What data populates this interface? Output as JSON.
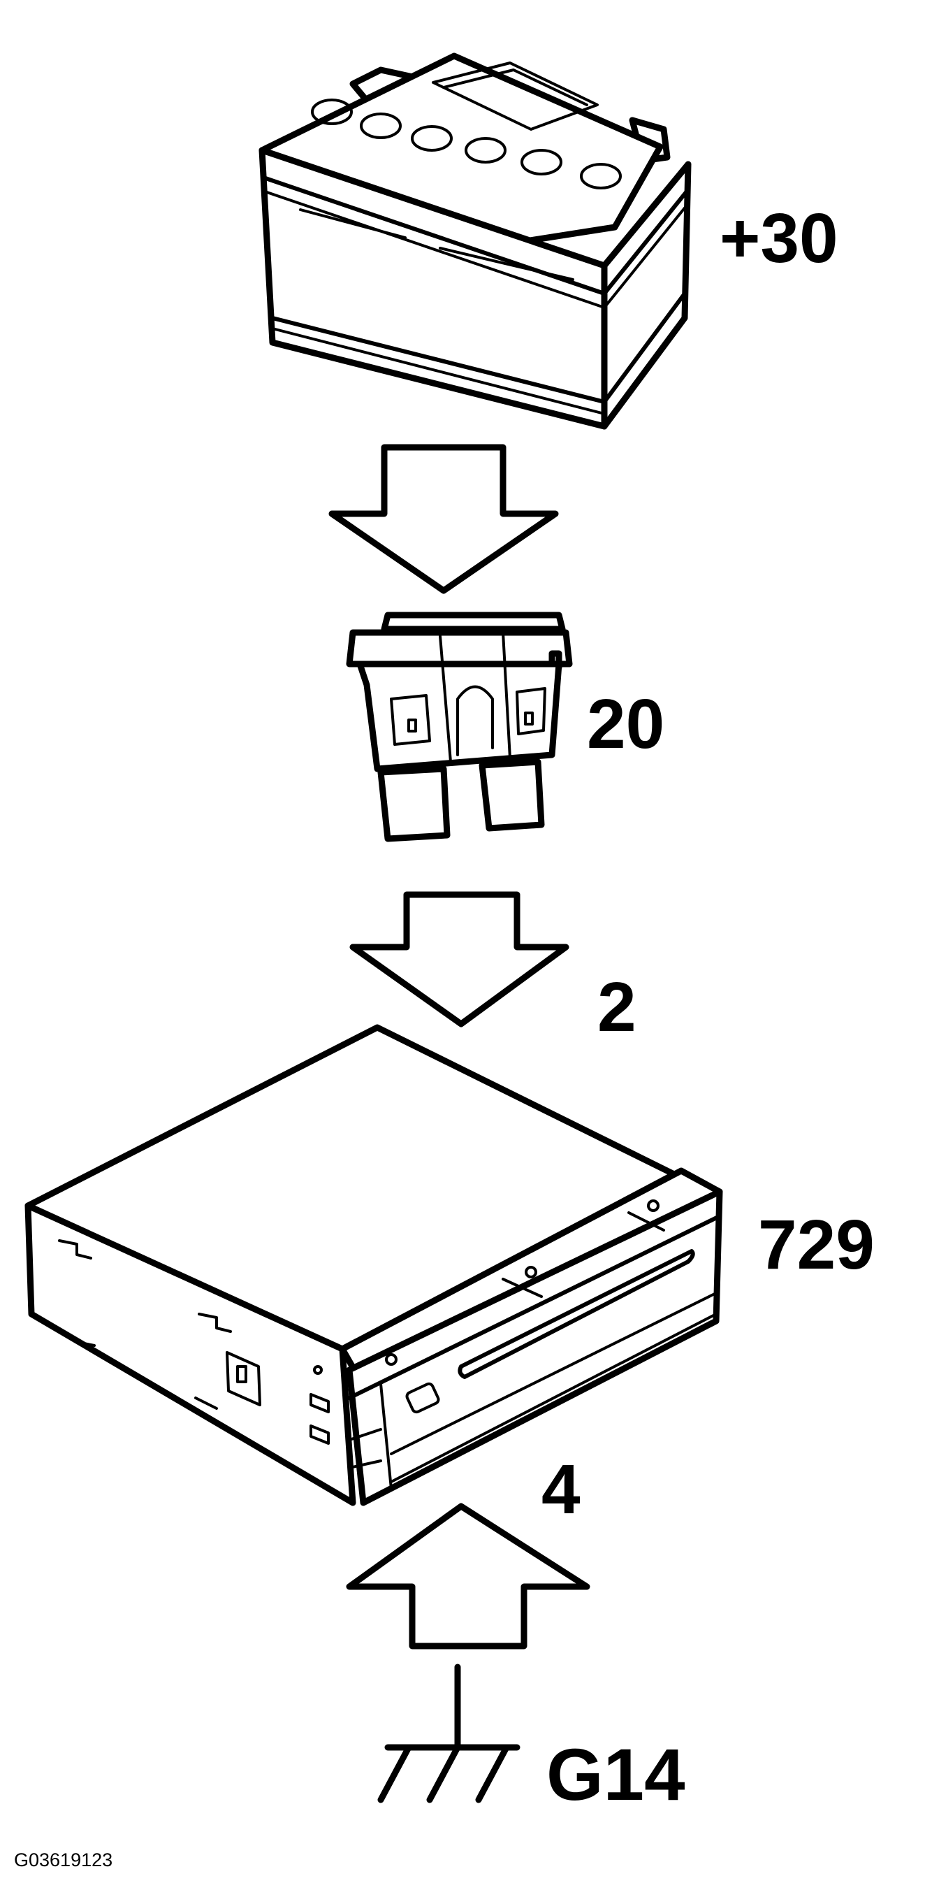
{
  "labels": {
    "battery": "+30",
    "fuse": "20",
    "connector_top": "2",
    "module": "729",
    "connector_bottom": "4",
    "ground": "G14"
  },
  "caption": "G03619123",
  "icons": [
    "battery-icon",
    "fuse-icon",
    "control-module-icon",
    "ground-symbol-icon",
    "arrow-down-icon",
    "arrow-up-icon"
  ],
  "colors": {
    "line": "#000000",
    "background": "#ffffff"
  }
}
